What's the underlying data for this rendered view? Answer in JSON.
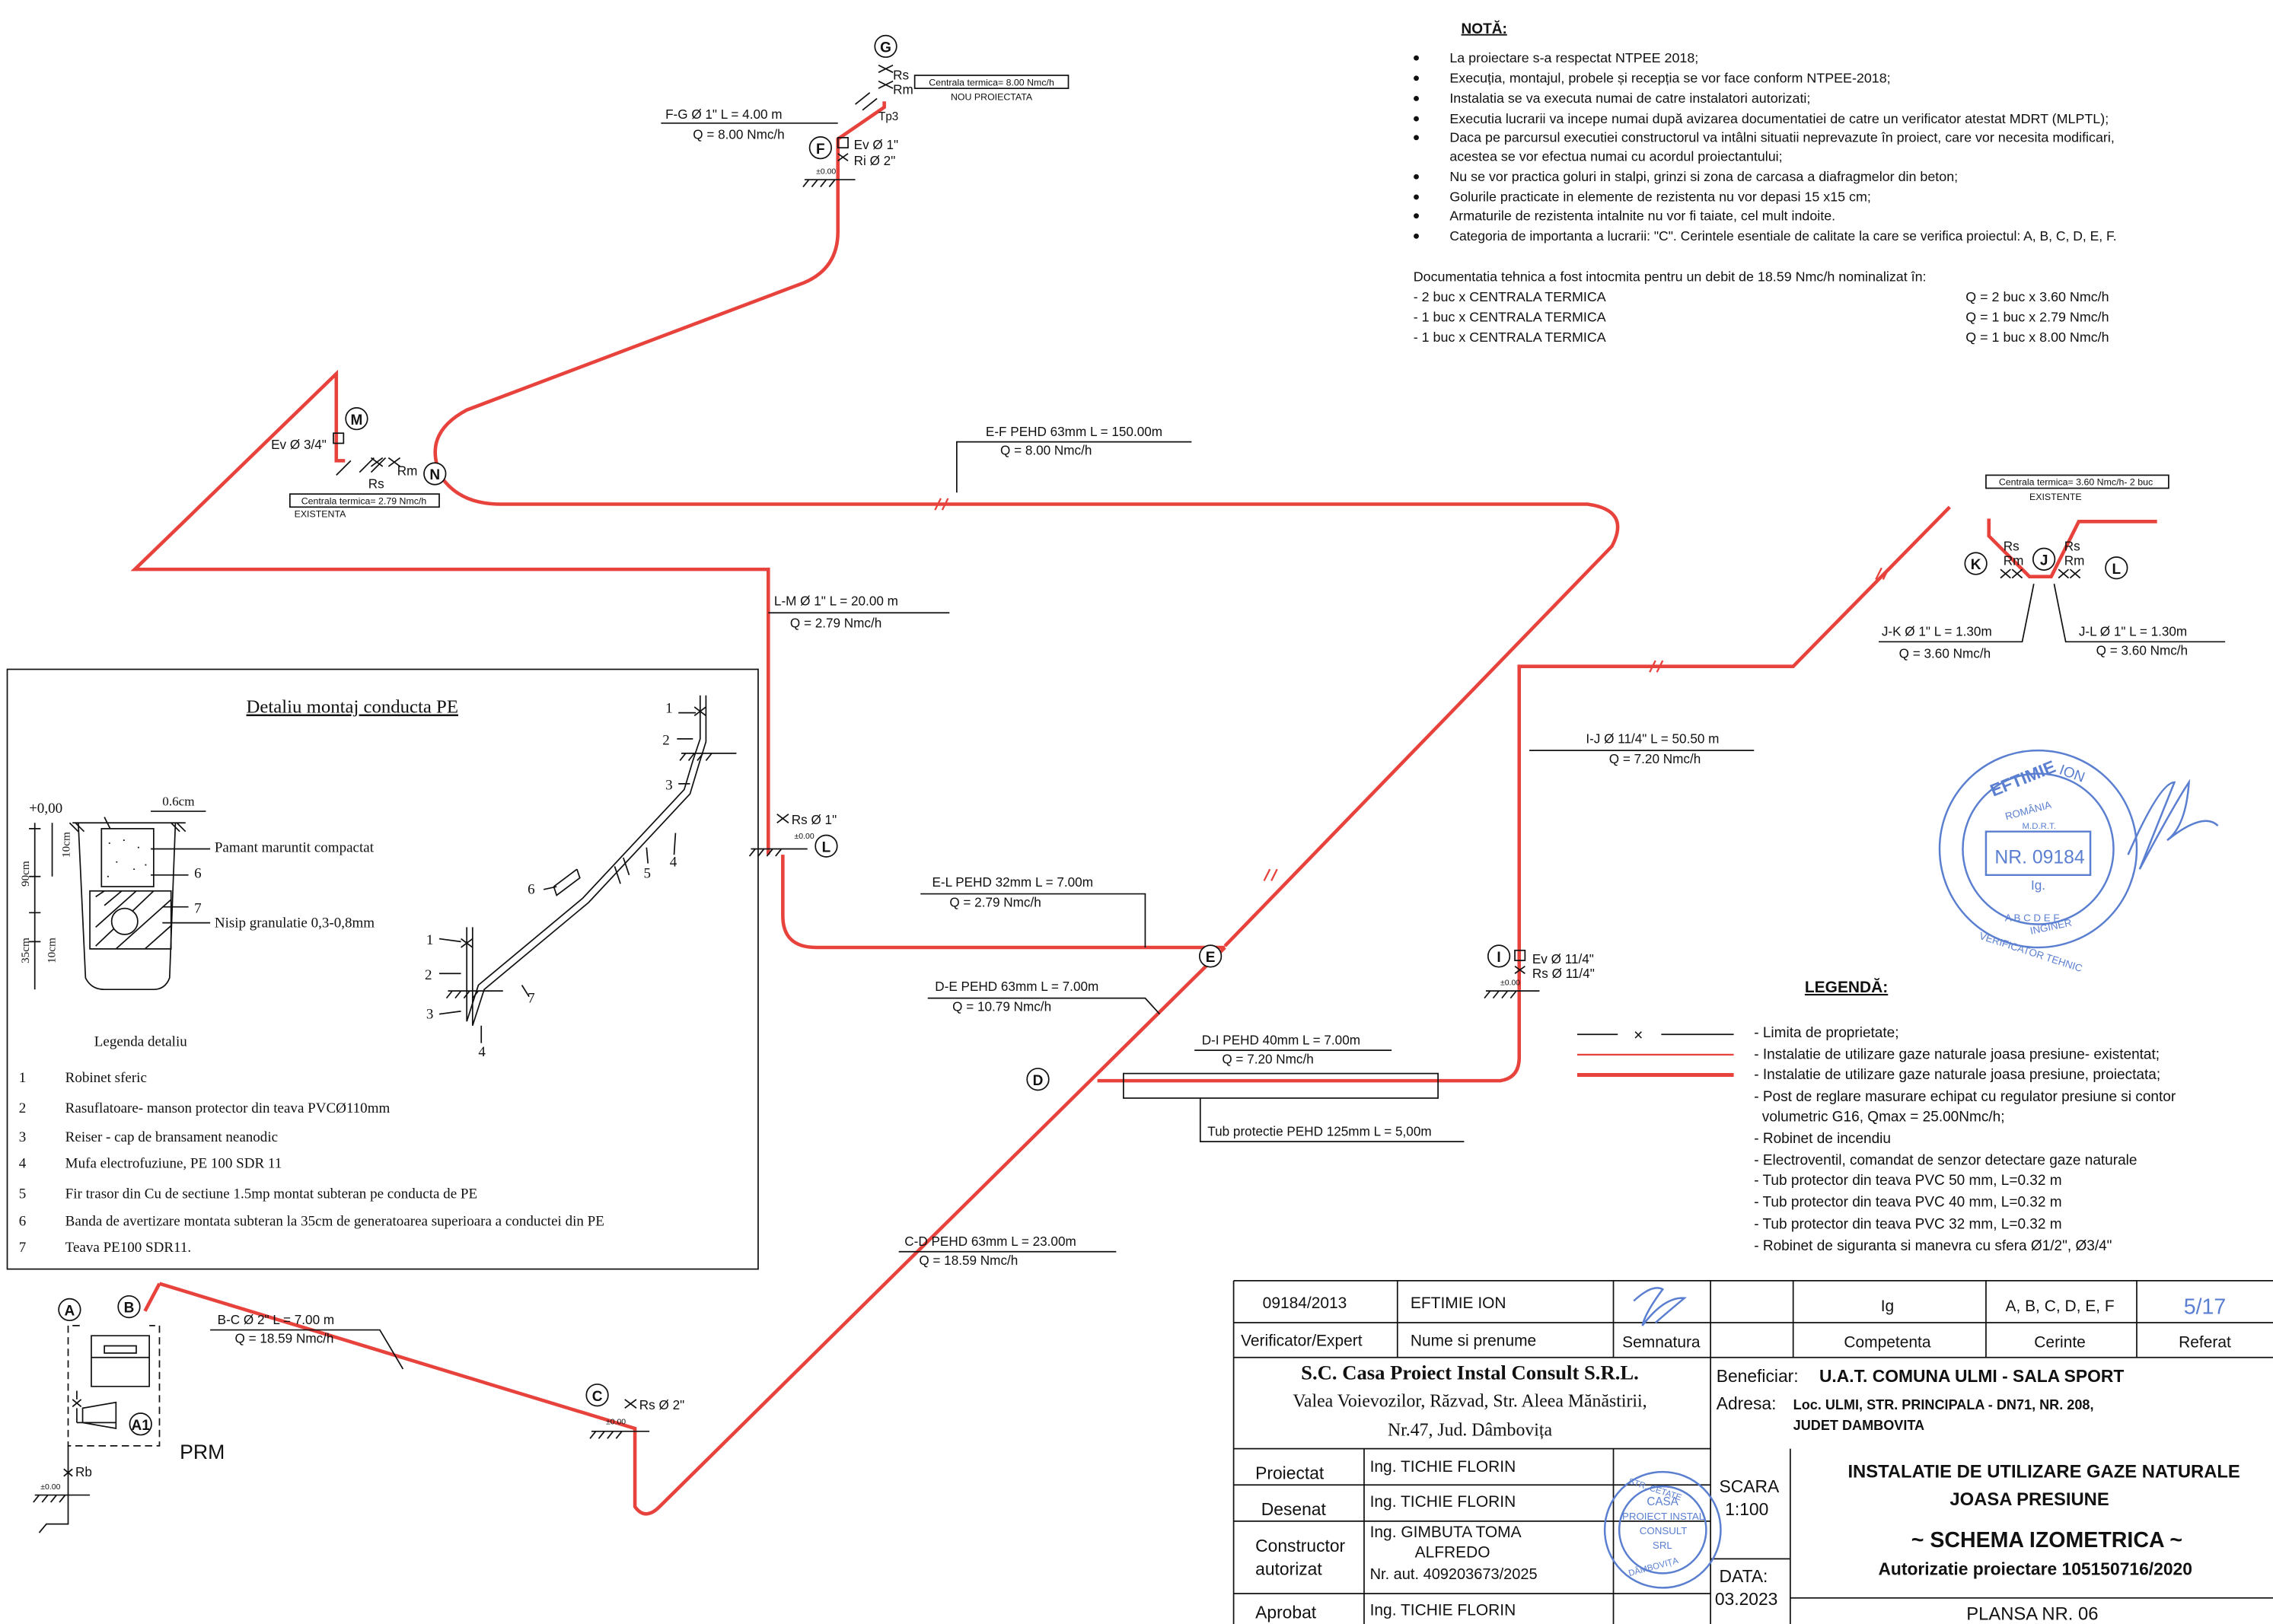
{
  "nota": {
    "title": "NOTĂ:",
    "items": [
      "La proiectare s-a respectat NTPEE 2018;",
      "Execuția, montajul, probele și recepția se vor face conform NTPEE-2018;",
      "Instalatia se va executa numai de catre instalatori autorizati;",
      "Executia lucrarii va incepe numai după avizarea documentatiei de catre un verificator atestat MDRT (MLPTL);",
      "Daca pe parcursul executiei constructorul va intâlni situatii neprevazute în proiect, care vor necesita modificari,",
      "acestea se vor efectua numai cu acordul proiectantului;",
      "Nu se vor practica goluri in stalpi, grinzi si zona de carcasa a diafragmelor din beton;",
      "Golurile practicate in elemente de rezistenta nu vor depasi 15 x15 cm;",
      "Armaturile de rezistenta intalnite nu vor fi taiate, cel mult indoite.",
      "Categoria de importanta a lucrarii: \"C\". Cerintele esentiale de calitate la care se verifica proiectul: A, B, C, D, E, F."
    ],
    "debit_intro": "Documentatia tehnica a fost intocmita pentru un debit de 18.59 Nmc/h nominalizat în:",
    "debit_rows": [
      {
        "label": "- 2 buc x CENTRALA TERMICA",
        "q": "Q = 2 buc x 3.60 Nmc/h"
      },
      {
        "label": "- 1 buc x CENTRALA TERMICA",
        "q": "Q = 1 buc x 2.79 Nmc/h"
      },
      {
        "label": "- 1 buc x CENTRALA TERMICA",
        "q": "Q = 1 buc x 8.00 Nmc/h"
      }
    ]
  },
  "nodes": {
    "g": "G",
    "f": "F",
    "m": "M",
    "n": "N",
    "k": "K",
    "j": "J",
    "l": "L",
    "l2": "L",
    "e": "E",
    "d": "D",
    "i": "I",
    "c": "C",
    "a": "A",
    "b": "B",
    "a1": "A1"
  },
  "segments": {
    "fg": {
      "label": "F-G Ø 1\"  L = 4.00 m",
      "q": "Q = 8.00 Nmc/h"
    },
    "ef": {
      "label": "E-F  PEHD 63mm  L = 150.00m",
      "q": "Q = 8.00 Nmc/h"
    },
    "lm": {
      "label": "L-M  Ø 1\"  L = 20.00 m",
      "q": "Q = 2.79 Nmc/h"
    },
    "el": {
      "label": "E-L PEHD 32mm  L = 7.00m",
      "q": "Q = 2.79 Nmc/h"
    },
    "de": {
      "label": "D-E  PEHD 63mm  L = 7.00m",
      "q": "Q = 10.79 Nmc/h"
    },
    "di": {
      "label": "D-I  PEHD 40mm  L = 7.00m",
      "q": "Q = 7.20 Nmc/h"
    },
    "ij": {
      "label": "I-J  Ø 11/4\"  L = 50.50 m",
      "q": "Q = 7.20 Nmc/h"
    },
    "jk": {
      "label": "J-K  Ø 1\"  L = 1.30m",
      "q": "Q = 3.60 Nmc/h"
    },
    "jl": {
      "label": "J-L  Ø 1\"  L = 1.30m",
      "q": "Q = 3.60 Nmc/h"
    },
    "cd": {
      "label": "C-D  PEHD 63mm  L = 23.00m",
      "q": "Q = 18.59 Nmc/h"
    },
    "bc": {
      "label": "B-C  Ø 2\"  L = 7.00 m",
      "q": "Q = 18.59 Nmc/h"
    },
    "tub": "Tub protectie PEHD 125mm  L = 5,00m"
  },
  "fittings": {
    "g_rs": "Rs",
    "g_rm": "Rm",
    "tp3": "Tp3",
    "f_ev": "Ev Ø 1\"",
    "f_ri": "Ri Ø 2\"",
    "m_ev": "Ev Ø 3/4\"",
    "n_rm": "Rm",
    "n_rs": "Rs",
    "k_rs": "Rs",
    "k_rm": "Rm",
    "l_rs": "Rs",
    "l_rm": "Rm",
    "l_rs1": "Rs Ø 1\"",
    "i_ev": "Ev Ø 11/4\"",
    "i_rs": "Rs Ø 11/4\"",
    "c_rs": "Rs Ø 2\"",
    "rb": "Rb",
    "prm": "PRM",
    "level": "±0.00"
  },
  "boxes": {
    "g_box": "Centrala termica= 8.00 Nmc/h",
    "g_sub": "NOU PROIECTATA",
    "m_box": "Centrala termica= 2.79 Nmc/h",
    "m_sub": "EXISTENTA",
    "kl_box": "Centrala termica= 3.60 Nmc/h- 2 buc",
    "kl_sub": "EXISTENTE"
  },
  "detail": {
    "title": "Detaliu montaj conducta PE",
    "level": "+0,00",
    "dims": [
      "0.6cm",
      "10cm",
      "90cm",
      "35cm",
      "10cm"
    ],
    "pamant": "Pamant maruntit compactat",
    "nisip": "Nisip granulatie 0,3-0,8mm",
    "n6": "6",
    "n7": "7",
    "nums": [
      "1",
      "2",
      "3",
      "4",
      "5",
      "6",
      "7"
    ],
    "legend_title": "Legenda detaliu",
    "legend": [
      {
        "n": "1",
        "t": "Robinet sferic"
      },
      {
        "n": "2",
        "t": "Rasuflatoare- manson protector din teava PVCØ110mm"
      },
      {
        "n": "3",
        "t": "Reiser - cap de bransament neanodic"
      },
      {
        "n": "4",
        "t": "Mufa electrofuziune, PE 100 SDR 11"
      },
      {
        "n": "5",
        "t": "Fir trasor din Cu de sectiune 1.5mp montat subteran pe conducta de PE"
      },
      {
        "n": "6",
        "t": "Banda de avertizare montata subteran la 35cm de generatoarea superioara a conductei din PE"
      },
      {
        "n": "7",
        "t": "Teava PE100 SDR11."
      }
    ]
  },
  "legend": {
    "title": "LEGENDĂ:",
    "items": [
      "- Limita de proprietate;",
      "- Instalatie de utilizare gaze naturale joasa presiune- existentat;",
      "- Instalatie de utilizare gaze naturale joasa presiune, proiectata;",
      "- Post de reglare masurare echipat cu regulator presiune si contor",
      "  volumetric G16, Qmax = 25.00Nmc/h;",
      "- Robinet de  incendiu",
      "- Electroventil, comandat  de senzor detectare  gaze naturale",
      "- Tub protector din teava PVC 50 mm, L=0.32 m",
      "- Tub protector din teava PVC 40 mm, L=0.32 m",
      "- Tub protector din teava PVC 32 mm, L=0.32 m",
      "- Robinet de siguranta si manevra cu sfera Ø1/2\", Ø3/4\""
    ],
    "cross": "×"
  },
  "stamp": {
    "name": "EFTIMIE",
    "sub": "ION",
    "country": "ROMÂNIA",
    "ministry": "M.D.R.T.",
    "nr": "NR. 09184",
    "ig": "Ig.",
    "abcdef": "A B C D E F",
    "bottom": "VERIFICATOR TEHNIC",
    "inginer": "INGINER"
  },
  "firm_stamp": {
    "top": "STR. CETATE",
    "casa": "CASA",
    "proiect": "PROIECT INSTAL",
    "consult": "CONSULT",
    "srl": "SRL",
    "bottom": "DÂMBOVIȚA"
  },
  "titleblock": {
    "nr": "09184/2013",
    "name": "EFTIMIE ION",
    "competenta": "Ig",
    "cerinte": "A, B, C, D, E, F",
    "referat": "5/17",
    "h_verif": "Verificator/Expert",
    "h_nume": "Nume si prenume",
    "h_semn": "Semnatura",
    "h_comp": "Competenta",
    "h_cer": "Cerinte",
    "h_ref": "Referat",
    "company": "S.C. Casa Proiect Instal Consult S.R.L.",
    "addr1": "Valea Voievozilor, Răzvad, Str. Aleea Mănăstirii,",
    "addr2": "Nr.47, Jud. Dâmbovița",
    "ben_label": "Beneficiar:",
    "ben_val": "U.A.T. COMUNA ULMI - SALA SPORT",
    "adr_label": "Adresa:",
    "adr_val1": "Loc. ULMI, STR. PRINCIPALA - DN71,  NR. 208,",
    "adr_val2": "JUDET DAMBOVITA",
    "r_proiectat": "Proiectat",
    "r_desenat": "Desenat",
    "r_constr1": "Constructor",
    "r_constr2": "autorizat",
    "r_aprobat": "Aprobat",
    "v_proiectat": "Ing. TICHIE FLORIN",
    "v_desenat": "Ing. TICHIE FLORIN",
    "v_constr1": "Ing. GIMBUTA TOMA",
    "v_constr2": "ALFREDO",
    "v_constr3": "Nr. aut. 409203673/2025",
    "v_aprobat": "Ing. TICHIE FLORIN",
    "scara_l": "SCARA",
    "scara_v": "1:100",
    "data_l": "DATA:",
    "data_v": "03.2023",
    "title1": "INSTALATIE DE UTILIZARE GAZE NATURALE",
    "title2": "JOASA PRESIUNE",
    "title3": "~ SCHEMA IZOMETRICA ~",
    "title4": "Autorizatie proiectare 105150716/2020",
    "plansa": "PLANSA NR. 06"
  },
  "colors": {
    "pipe": "#e8423c",
    "ink": "#111111",
    "stamp": "#5b7fd0"
  }
}
